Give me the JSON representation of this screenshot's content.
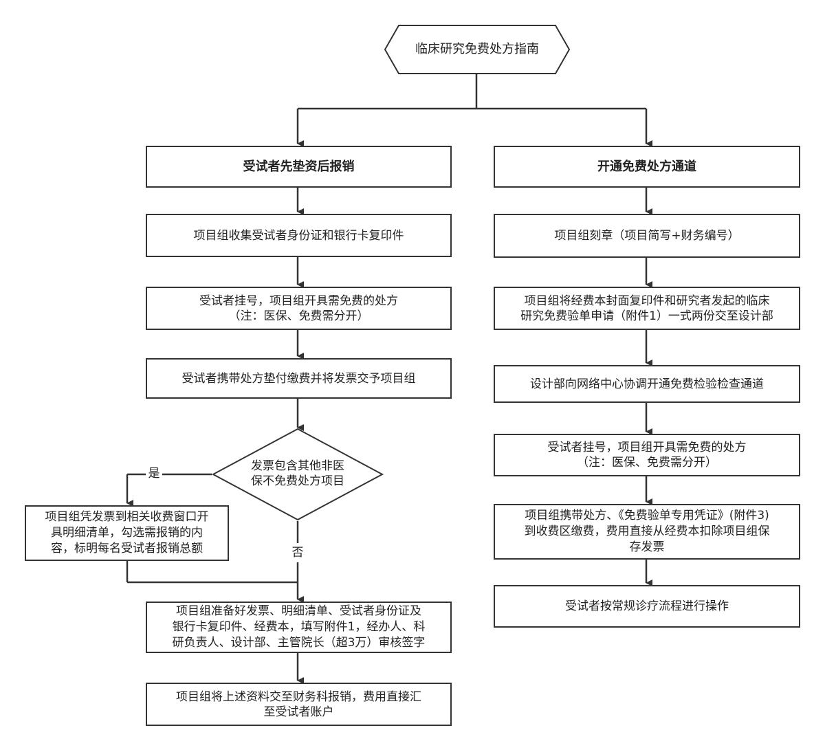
{
  "title": "临床研究免费处方指南",
  "left_column": {
    "header": "受试者先垫资后报销",
    "step1": "项目组收集受试者身份证和银行卡复印件",
    "step2": "受试者挂号，项目组开具需免费的处方\n（注：医保、免费需分开）",
    "step3": "受试者携带处方垫付缴费并将发票交予项目组",
    "decision": "发票包含其他非医\n保不免费处方项目",
    "yes_label": "是",
    "no_label": "否",
    "yes_step": "项目组凭发票到相关收费窗口开\n具明细清单，勾选需报销的内\n容，标明每名受试者报销总额",
    "step4": "项目组准备好发票、明细清单、受试者身份证及\n银行卡复印件、经费本，填写附件1，经办人、科\n研负责人、设计部、主管院长（超3万）审核签字",
    "step5": "项目组将上述资料交至财务科报销，费用直接汇\n至受试者账户"
  },
  "right_column": {
    "header": "开通免费处方通道",
    "step1": "项目组刻章（项目简写+财务编号）",
    "step2": "项目组将经费本封面复印件和研究者发起的临床\n研究免费验单申请（附件1）一式两份交至设计部",
    "step3": "设计部向网络中心协调开通免费检验检查通道",
    "step4": "受试者挂号，项目组开具需免费的处方\n（注：医保、免费需分开）",
    "step5": "项目组携带处方、《免费验单专用凭证》(附件3)\n到收费区缴费，费用直接从经费本扣除项目组保\n存发票",
    "step6": "受试者按常规诊疗流程进行操作"
  }
}
